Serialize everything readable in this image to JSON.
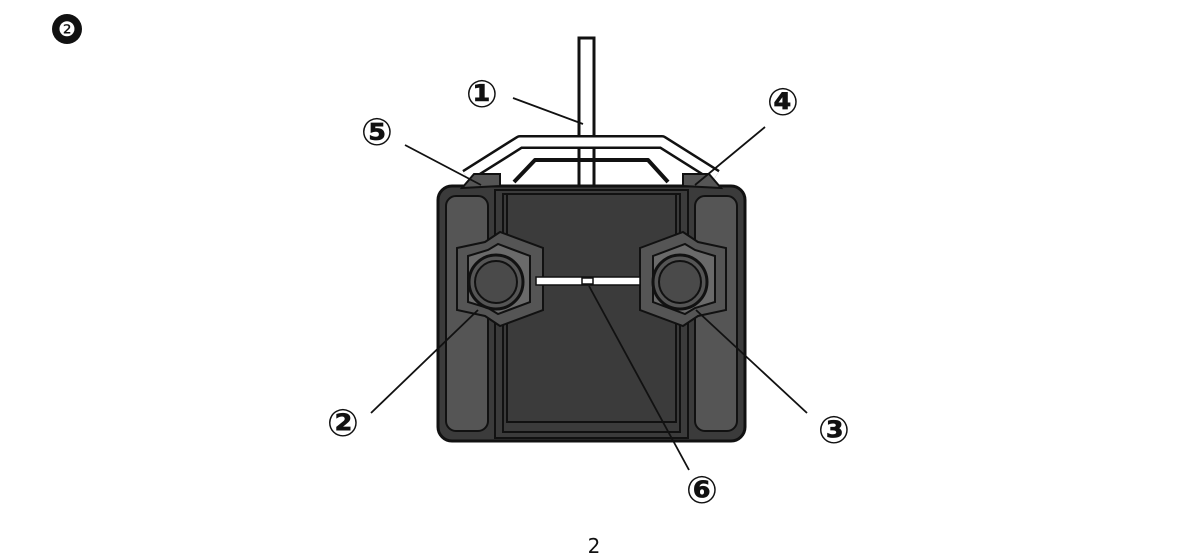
{
  "step_marker": "❷",
  "page_number": "2",
  "callouts": {
    "c1": "①",
    "c2": "②",
    "c3": "③",
    "c4": "④",
    "c5": "⑤",
    "c6": "⑥"
  },
  "colors": {
    "body_fill": "#3b3b3b",
    "panel_fill": "#555555",
    "outline": "#111111"
  },
  "icon_names": [
    "transmitter-diagram",
    "antenna",
    "left-stick",
    "right-stick",
    "left-trim",
    "right-trim",
    "power-switch"
  ]
}
